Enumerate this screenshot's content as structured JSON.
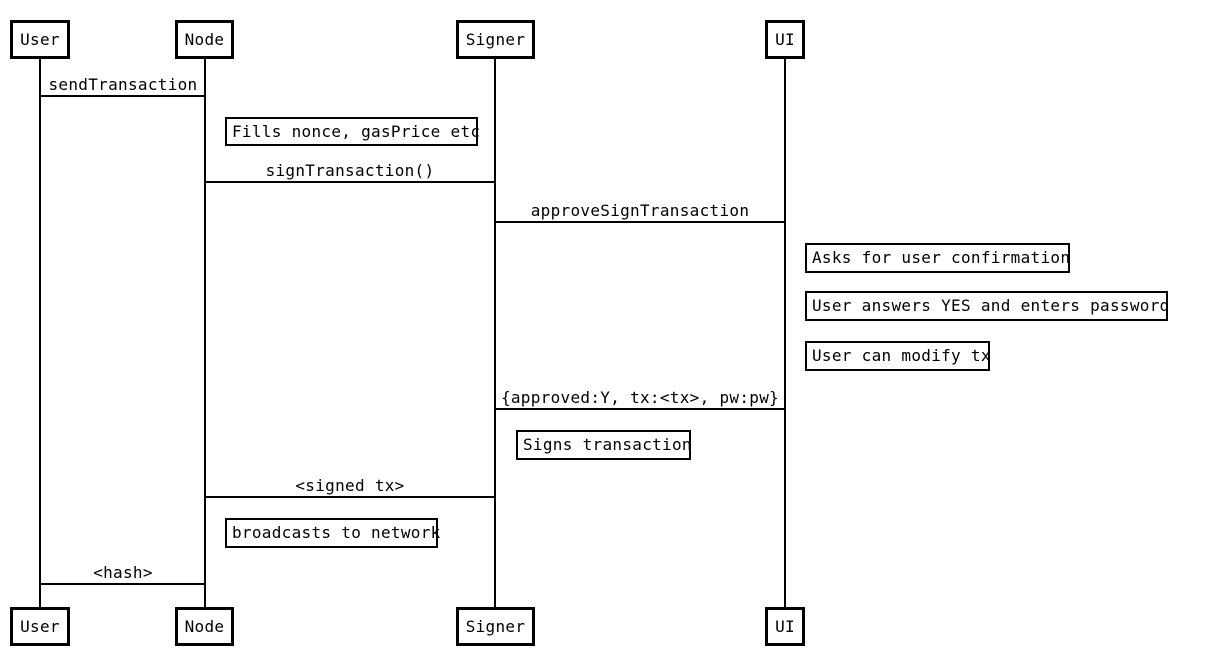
{
  "diagram": {
    "type": "sequence-diagram",
    "background_color": "#ffffff",
    "line_color": "#000000",
    "text_color": "#000000"
  },
  "actors": [
    {
      "id": "user",
      "label": "User"
    },
    {
      "id": "node",
      "label": "Node"
    },
    {
      "id": "signer",
      "label": "Signer"
    },
    {
      "id": "ui",
      "label": "UI"
    }
  ],
  "messages": [
    {
      "from": "User",
      "to": "Node",
      "label": "sendTransaction"
    },
    {
      "from": "Node",
      "to": "Signer",
      "label": "signTransaction()"
    },
    {
      "from": "Signer",
      "to": "UI",
      "label": "approveSignTransaction"
    },
    {
      "from": "UI",
      "to": "Signer",
      "label": "{approved:Y, tx:<tx>, pw:pw}"
    },
    {
      "from": "Signer",
      "to": "Node",
      "label": "<signed tx>"
    },
    {
      "from": "Node",
      "to": "User",
      "label": "<hash>"
    }
  ],
  "notes": [
    {
      "owner": "Node",
      "label": "Fills nonce, gasPrice etc"
    },
    {
      "owner": "UI",
      "label": "Asks for user confirmation"
    },
    {
      "owner": "UI",
      "label": "User answers YES and enters password"
    },
    {
      "owner": "UI",
      "label": "User can modify tx"
    },
    {
      "owner": "Signer",
      "label": "Signs transaction"
    },
    {
      "owner": "Node",
      "label": "broadcasts to network"
    }
  ]
}
